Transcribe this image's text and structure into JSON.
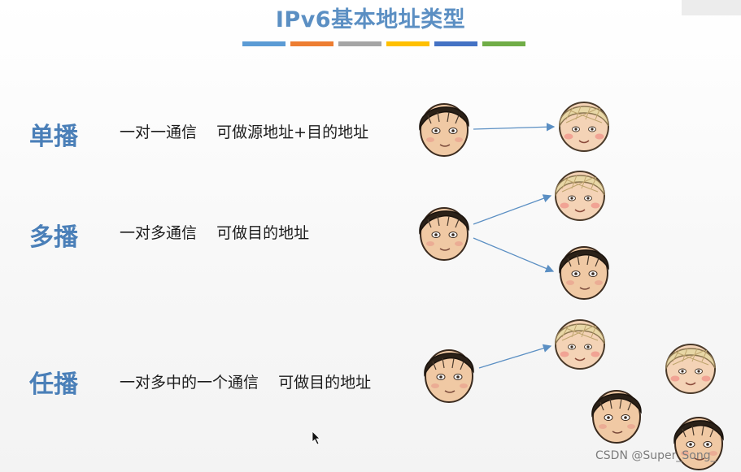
{
  "slide": {
    "title": "IPv6基本地址类型",
    "accent_colors": [
      "#5b9bd5",
      "#ed7d31",
      "#a5a5a5",
      "#ffc000",
      "#4472c4",
      "#70ad47"
    ]
  },
  "rows": {
    "unicast": {
      "label": "单播",
      "description": "一对一通信    可做源地址+目的地址"
    },
    "multicast": {
      "label": "多播",
      "description": "一对多通信    可做目的地址"
    },
    "anycast": {
      "label": "任播",
      "description": "一对多中的一个通信    可做目的地址"
    }
  },
  "colors": {
    "label_blue": "#4a7fb8",
    "arrow": "#5b8fc3"
  },
  "watermark": "CSDN @Super_Song_"
}
